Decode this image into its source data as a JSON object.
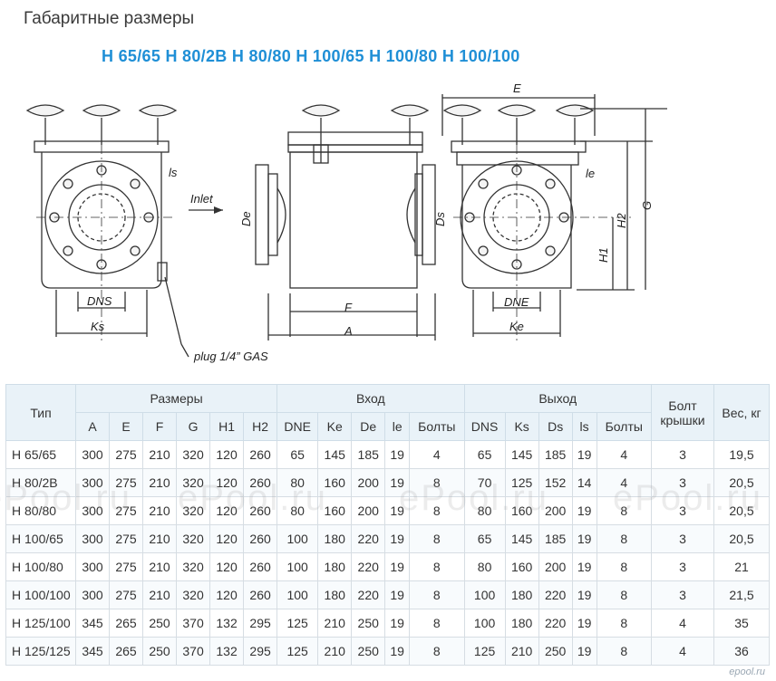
{
  "heading": "Габаритные размеры",
  "models": "H 65/65 H 80/2B H 80/80 H 100/65 H 100/80 H 100/100",
  "drawing_labels": {
    "ls": "ls",
    "inlet": "Inlet",
    "de": "De",
    "ds": "Ds",
    "dns": "DNS",
    "ks": "Ks",
    "plug": "plug 1/4” GAS",
    "f": "F",
    "a": "A",
    "e": "E",
    "le": "le",
    "h2": "H2",
    "g": "G",
    "h1": "H1",
    "dne": "DNE",
    "ke": "Ke"
  },
  "table": {
    "type_header": "Тип",
    "group_sizes": "Размеры",
    "group_inlet": "Вход",
    "group_outlet": "Выход",
    "bolt_cover": "Болт крышки",
    "weight": "Вес, кг",
    "sizes_cols": [
      "A",
      "E",
      "F",
      "G",
      "H1",
      "H2"
    ],
    "inlet_cols": [
      "DNE",
      "Ke",
      "De",
      "le",
      "Болты"
    ],
    "outlet_cols": [
      "DNS",
      "Ks",
      "Ds",
      "ls",
      "Болты"
    ],
    "rows": [
      [
        "H 65/65",
        "300",
        "275",
        "210",
        "320",
        "120",
        "260",
        "65",
        "145",
        "185",
        "19",
        "4",
        "65",
        "145",
        "185",
        "19",
        "4",
        "3",
        "19,5"
      ],
      [
        "H 80/2B",
        "300",
        "275",
        "210",
        "320",
        "120",
        "260",
        "80",
        "160",
        "200",
        "19",
        "8",
        "70",
        "125",
        "152",
        "14",
        "4",
        "3",
        "20,5"
      ],
      [
        "H 80/80",
        "300",
        "275",
        "210",
        "320",
        "120",
        "260",
        "80",
        "160",
        "200",
        "19",
        "8",
        "80",
        "160",
        "200",
        "19",
        "8",
        "3",
        "20,5"
      ],
      [
        "H 100/65",
        "300",
        "275",
        "210",
        "320",
        "120",
        "260",
        "100",
        "180",
        "220",
        "19",
        "8",
        "65",
        "145",
        "185",
        "19",
        "8",
        "3",
        "20,5"
      ],
      [
        "H 100/80",
        "300",
        "275",
        "210",
        "320",
        "120",
        "260",
        "100",
        "180",
        "220",
        "19",
        "8",
        "80",
        "160",
        "200",
        "19",
        "8",
        "3",
        "21"
      ],
      [
        "H 100/100",
        "300",
        "275",
        "210",
        "320",
        "120",
        "260",
        "100",
        "180",
        "220",
        "19",
        "8",
        "100",
        "180",
        "220",
        "19",
        "8",
        "3",
        "21,5"
      ],
      [
        "H 125/100",
        "345",
        "265",
        "250",
        "370",
        "132",
        "295",
        "125",
        "210",
        "250",
        "19",
        "8",
        "100",
        "180",
        "220",
        "19",
        "8",
        "4",
        "35"
      ],
      [
        "H 125/125",
        "345",
        "265",
        "250",
        "370",
        "132",
        "295",
        "125",
        "210",
        "250",
        "19",
        "8",
        "125",
        "210",
        "250",
        "19",
        "8",
        "4",
        "36"
      ]
    ]
  },
  "watermark": "ePool.ru",
  "logo": "epool.ru"
}
